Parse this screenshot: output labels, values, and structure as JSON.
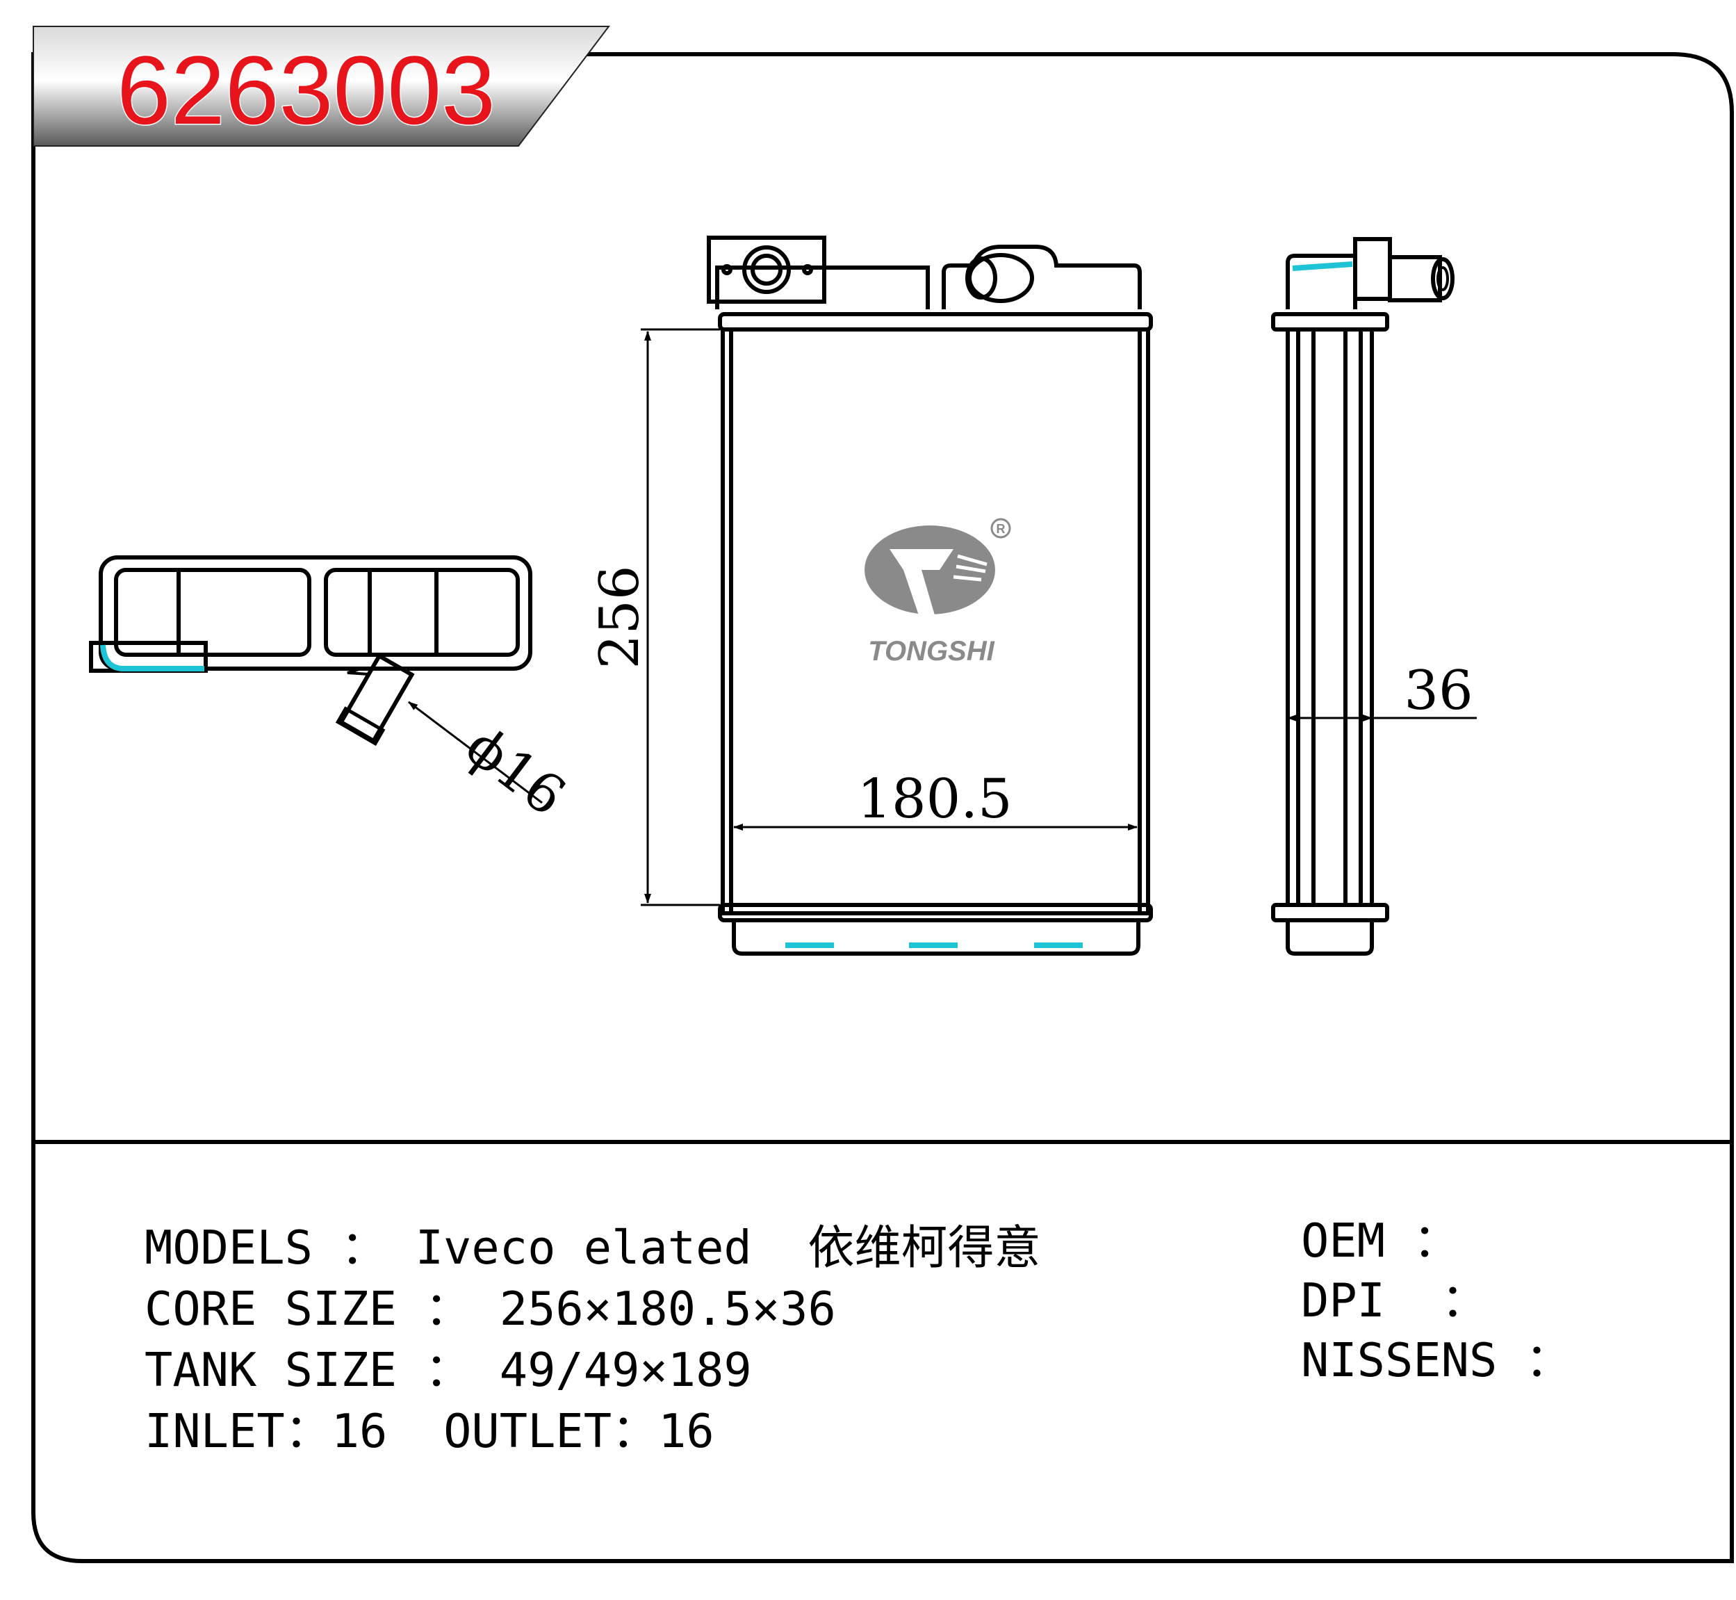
{
  "part_number": "6263003",
  "brand": {
    "name": "TONGSHI",
    "registered_mark": "R"
  },
  "dimensions": {
    "height": "256",
    "width": "180.5",
    "depth": "36",
    "pipe_diameter": "ϕ16"
  },
  "specs": {
    "models_label": "MODELS",
    "models_value": "Iveco elated  依维柯得意",
    "core_size_label": "CORE SIZE",
    "core_size_value": "256×180.5×36",
    "tank_size_label": "TANK SIZE",
    "tank_size_value": "49/49×189",
    "inlet_label": "INLET",
    "inlet_value": "16",
    "outlet_label": "OUTLET",
    "outlet_value": "16",
    "oem_label": "OEM",
    "oem_value": "",
    "dpi_label": "DPI",
    "dpi_value": "",
    "nissens_label": "NISSENS",
    "nissens_value": "",
    "separator": "："
  },
  "colors": {
    "part_number": "#e8141b",
    "accent_cyan": "#1fc3d6",
    "logo_gray": "#8a8a8a",
    "line": "#000000"
  }
}
